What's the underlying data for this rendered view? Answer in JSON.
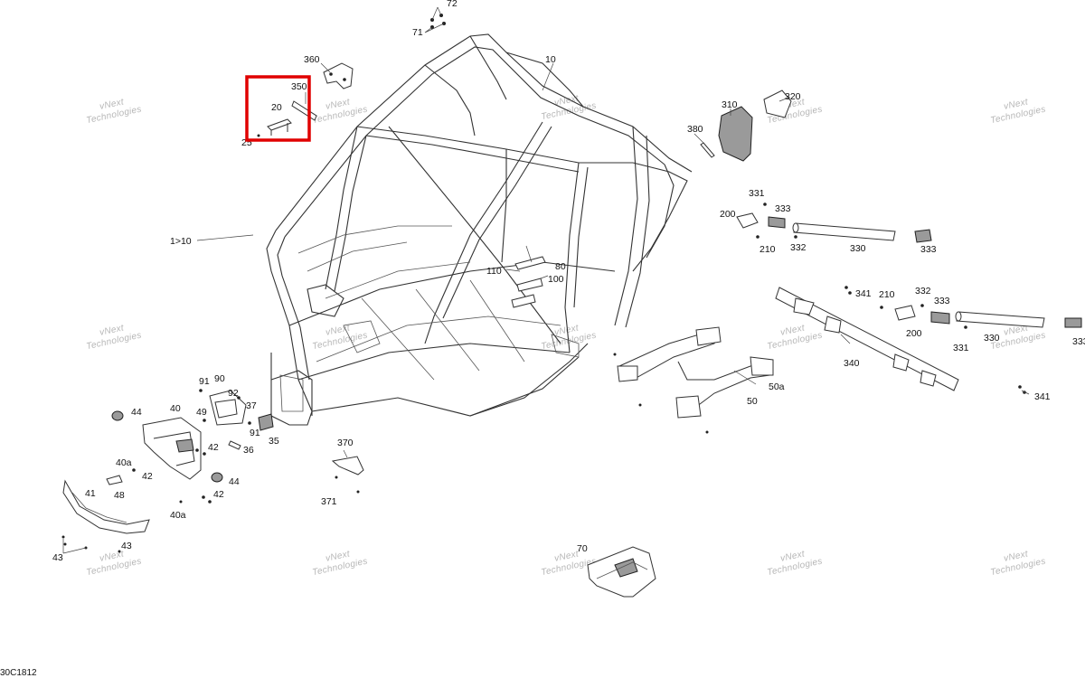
{
  "drawing_code": "30C1812",
  "watermark": {
    "line1": "vNext",
    "line2": "Technologies"
  },
  "highlight_color": "#e00000",
  "callouts": {
    "c72": "72",
    "c71": "71",
    "c360": "360",
    "c10": "10",
    "c350": "350",
    "c20": "20",
    "c25": "25",
    "c310": "310",
    "c320": "320",
    "c380": "380",
    "c331a": "331",
    "c333a": "333",
    "c200a": "200",
    "c210a": "210",
    "c332a": "332",
    "c330a": "330",
    "c333b": "333",
    "c1to10": "1>10",
    "c80": "80",
    "c110": "110",
    "c100": "100",
    "c341a": "341",
    "c210b": "210",
    "c332b": "332",
    "c333c": "333",
    "c200b": "200",
    "c330b": "330",
    "c333d": "333",
    "c331b": "331",
    "c340": "340",
    "c341b": "341",
    "c50a": "50a",
    "c50": "50",
    "c91a": "91",
    "c90": "90",
    "c92": "92",
    "c49": "49",
    "c37": "37",
    "c44a": "44",
    "c40": "40",
    "c91b": "91",
    "c35": "35",
    "c42a": "42",
    "c36": "36",
    "c40a1": "40a",
    "c42b": "42",
    "c44b": "44",
    "c48": "48",
    "c41": "41",
    "c42c": "42",
    "c40a2": "40a",
    "c370": "370",
    "c371": "371",
    "c43a": "43",
    "c43b": "43",
    "c70": "70"
  }
}
